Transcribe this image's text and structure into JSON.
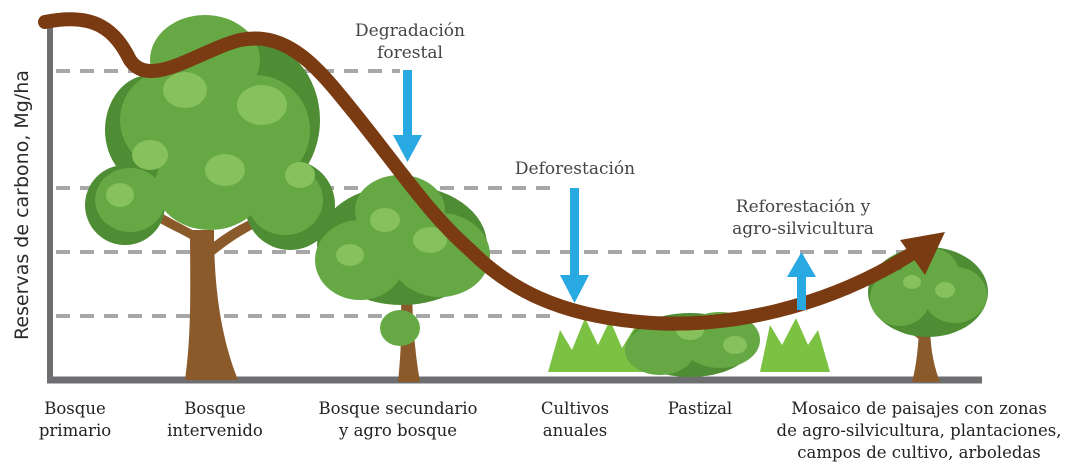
{
  "diagram": {
    "y_axis_label": "Reservas de carbono, Mg/ha",
    "annotations": [
      {
        "id": "degradacion",
        "lines": [
          "Degradación",
          "forestal"
        ],
        "arrow": "down"
      },
      {
        "id": "deforestacion",
        "lines": [
          "Deforestación"
        ],
        "arrow": "down"
      },
      {
        "id": "reforestacion",
        "lines": [
          "Reforestación y",
          "agro-silvicultura"
        ],
        "arrow": "up"
      }
    ],
    "categories": [
      {
        "lines": [
          "Bosque",
          "primario"
        ]
      },
      {
        "lines": [
          "Bosque",
          "intervenido"
        ]
      },
      {
        "lines": [
          "Bosque secundario",
          "y agro bosque"
        ]
      },
      {
        "lines": [
          "Cultivos",
          "anuales"
        ]
      },
      {
        "lines": [
          "Pastizal"
        ]
      },
      {
        "lines": [
          "Mosaico de paisajes con zonas",
          "de agro-silvicultura, plantaciones,",
          "campos de cultivo, arboledas"
        ]
      }
    ],
    "colors": {
      "curve": "#7a3b12",
      "arrow": "#29a9e1",
      "dashed_line": "#a7a7a7",
      "axis": "#6d6e70",
      "tree_dark": "#4f8d34",
      "tree_mid": "#66a844",
      "tree_light": "#86c15c",
      "trunk": "#8b5a2b",
      "grass": "#7cc242"
    }
  }
}
